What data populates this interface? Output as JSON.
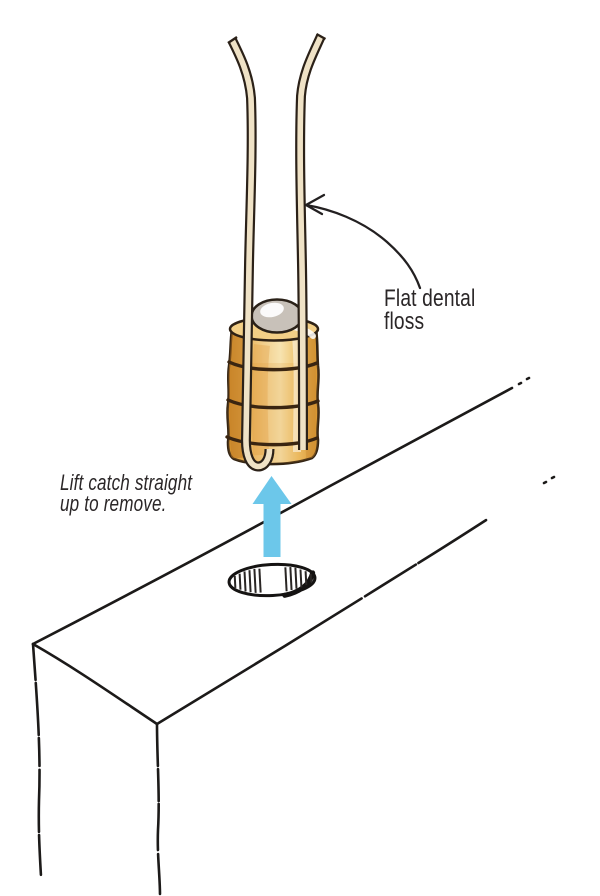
{
  "figure": {
    "type": "hand-drawn instructional illustration",
    "subject": "Removing a bullet catch from a hole in wood using a loop of dental floss",
    "labels": {
      "floss_label": {
        "line1": "Flat dental",
        "line2": "floss"
      },
      "instruction": {
        "line1": "Lift catch straight",
        "line2": "up to remove."
      }
    },
    "colors": {
      "background": "#ffffff",
      "ink": "#1c1a19",
      "text": "#2a2627",
      "arrow_blue": "#6cc7ea",
      "brass_light": "#f7e3b0",
      "brass_mid": "#eab85c",
      "brass_dark": "#d6952f",
      "floss_cream": "#efe2c6",
      "floss_outline": "#2b2118",
      "ball_gray": "#c8c1b9"
    }
  }
}
